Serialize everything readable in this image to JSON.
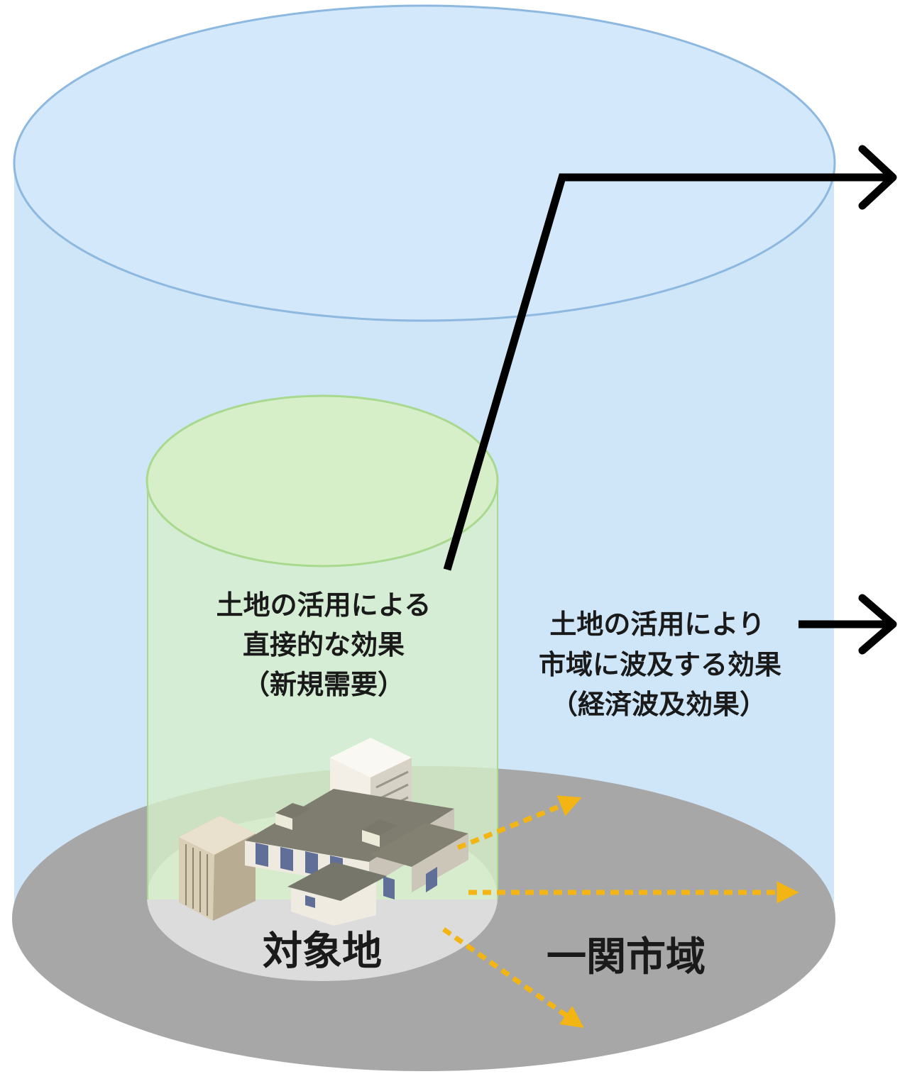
{
  "outer_cylinder": {
    "effect_lines": [
      "土地の活用により",
      "市域に波及する効果",
      "（経済波及効果）"
    ]
  },
  "inner_cylinder": {
    "effect_lines": [
      "土地の活用による",
      "直接的な効果",
      "（新規需要）"
    ]
  },
  "regions": {
    "site_label": "対象地",
    "city_label": "一関市域"
  },
  "colors": {
    "outer_fill": "#cfe5f8",
    "outer_edge": "#8db8e0",
    "inner_fill": "#d6efc9",
    "inner_edge": "#a9d88f",
    "ground": "#a7a7a7",
    "site": "#dcdcdc",
    "arrow_dotted": "#f3b514",
    "leader": "#000000"
  },
  "icons": [
    "buildings-cluster-icon",
    "dotted-arrow-icon",
    "leader-arrow-icon"
  ]
}
